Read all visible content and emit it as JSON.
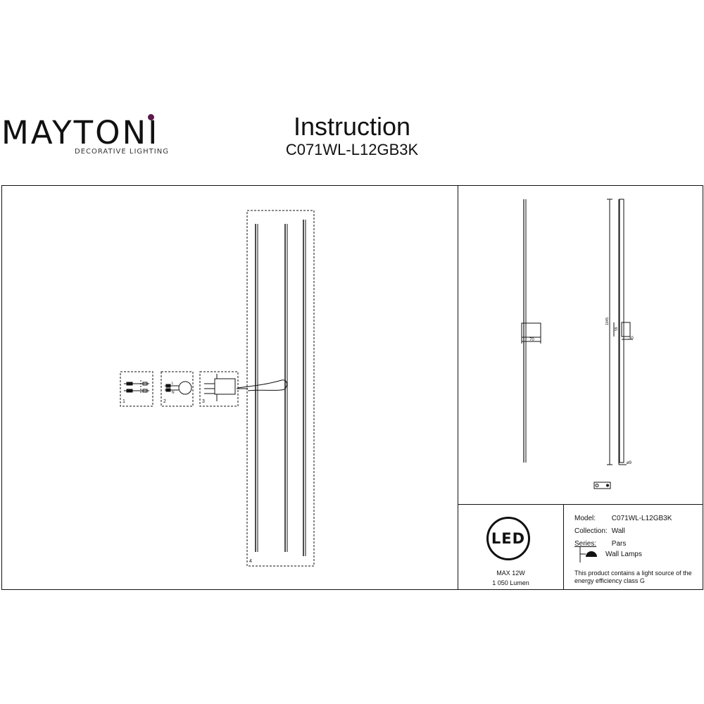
{
  "brand": {
    "name": "MAYTONI",
    "tagline": "DECORATIVE LIGHTING",
    "accent_color": "#5b1a4a"
  },
  "header": {
    "title": "Instruction",
    "model_code": "C071WL-L12GB3K"
  },
  "assembly": {
    "step_labels": [
      "1",
      "2",
      "3",
      "4"
    ],
    "wire_labels": [
      "L",
      "N"
    ]
  },
  "dimensions": {
    "front_width": "70",
    "side_height": "1045",
    "side_bracket": "55",
    "side_depth": "30",
    "bottom_mark": "ø9"
  },
  "led": {
    "badge": "LED",
    "power": "MAX 12W",
    "lumen": "1 050 Lumen"
  },
  "specs": {
    "model_label": "Model:",
    "model_value": "C071WL-L12GB3K",
    "collection_label": "Collection:",
    "collection_value": "Wall",
    "series_label": "Series:",
    "series_value": "Pars",
    "category_icon": "wall-lamp-icon",
    "category_value": "Wall Lamps",
    "energy_note": "This product contains a light source of the energy efficiency class G"
  }
}
